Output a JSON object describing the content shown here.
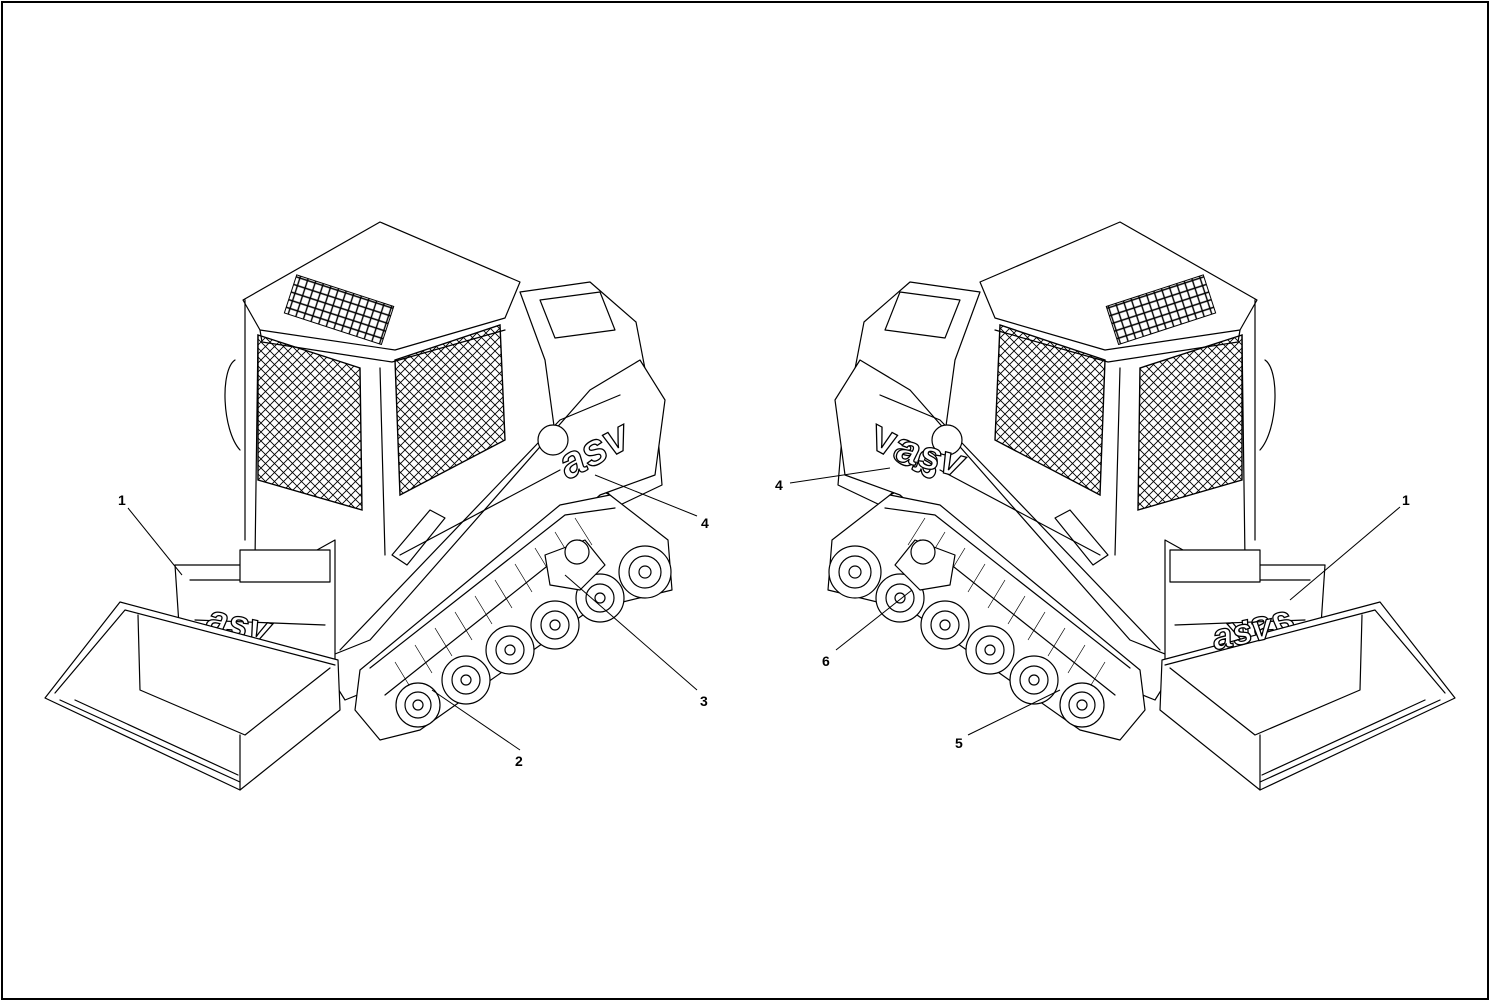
{
  "left_view": {
    "brand_logo": "asv",
    "callouts": [
      "1",
      "2",
      "3",
      "4"
    ]
  },
  "right_view": {
    "brand_logo": "asv",
    "callouts": [
      "1",
      "4",
      "5",
      "6"
    ]
  },
  "colors": {
    "line": "#000000",
    "background": "#ffffff"
  }
}
